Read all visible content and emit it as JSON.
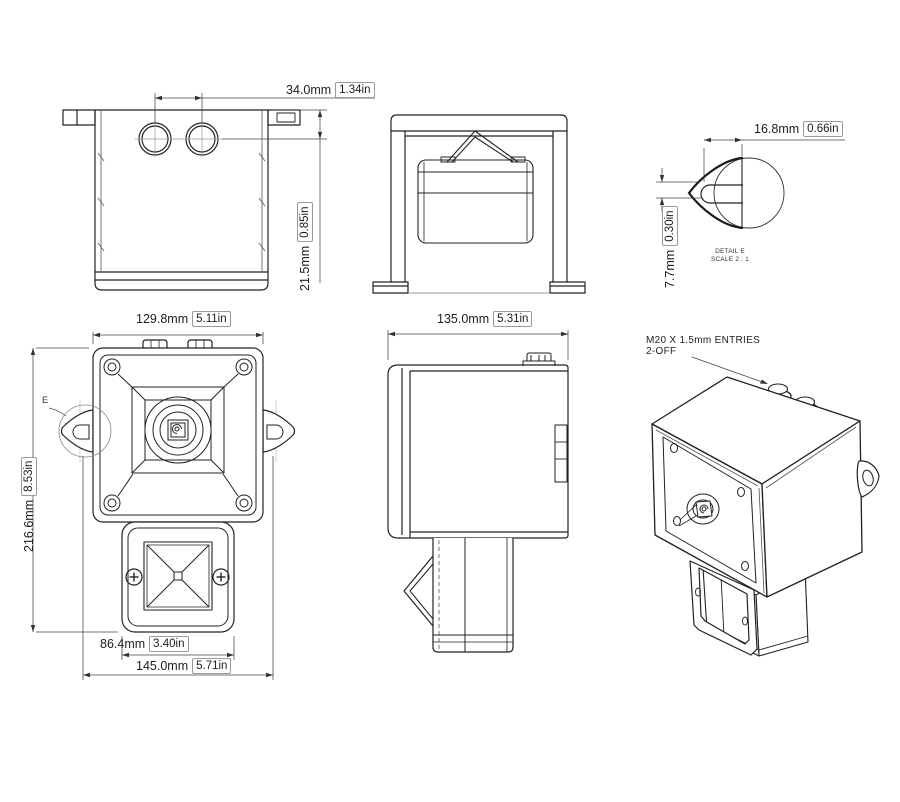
{
  "dims": {
    "gland_spacing": {
      "mm": "34.0mm",
      "in": "1.34in"
    },
    "gland_offset": {
      "mm": "21.5mm",
      "in": "0.85in"
    },
    "detail_width": {
      "mm": "16.8mm",
      "in": "0.66in"
    },
    "detail_height": {
      "mm": "7.7mm",
      "in": "0.30in"
    },
    "body_width": {
      "mm": "129.8mm",
      "in": "5.11in"
    },
    "overall_height": {
      "mm": "216.6mm",
      "in": "8.53in"
    },
    "beacon_width": {
      "mm": "86.4mm",
      "in": "3.40in"
    },
    "overall_width": {
      "mm": "145.0mm",
      "in": "5.71in"
    },
    "body_depth": {
      "mm": "135.0mm",
      "in": "5.31in"
    }
  },
  "notes": {
    "detail_view": {
      "line1": "DETAIL E",
      "line2": "SCALE 2 : 1"
    },
    "entries": {
      "line1": "M20 X 1.5mm ENTRIES",
      "line2": "2-OFF"
    },
    "detail_marker": "E"
  },
  "colors": {
    "object_line": "#222222",
    "dim_line": "#444444",
    "center_line": "#aaaaaa",
    "background": "#ffffff"
  }
}
